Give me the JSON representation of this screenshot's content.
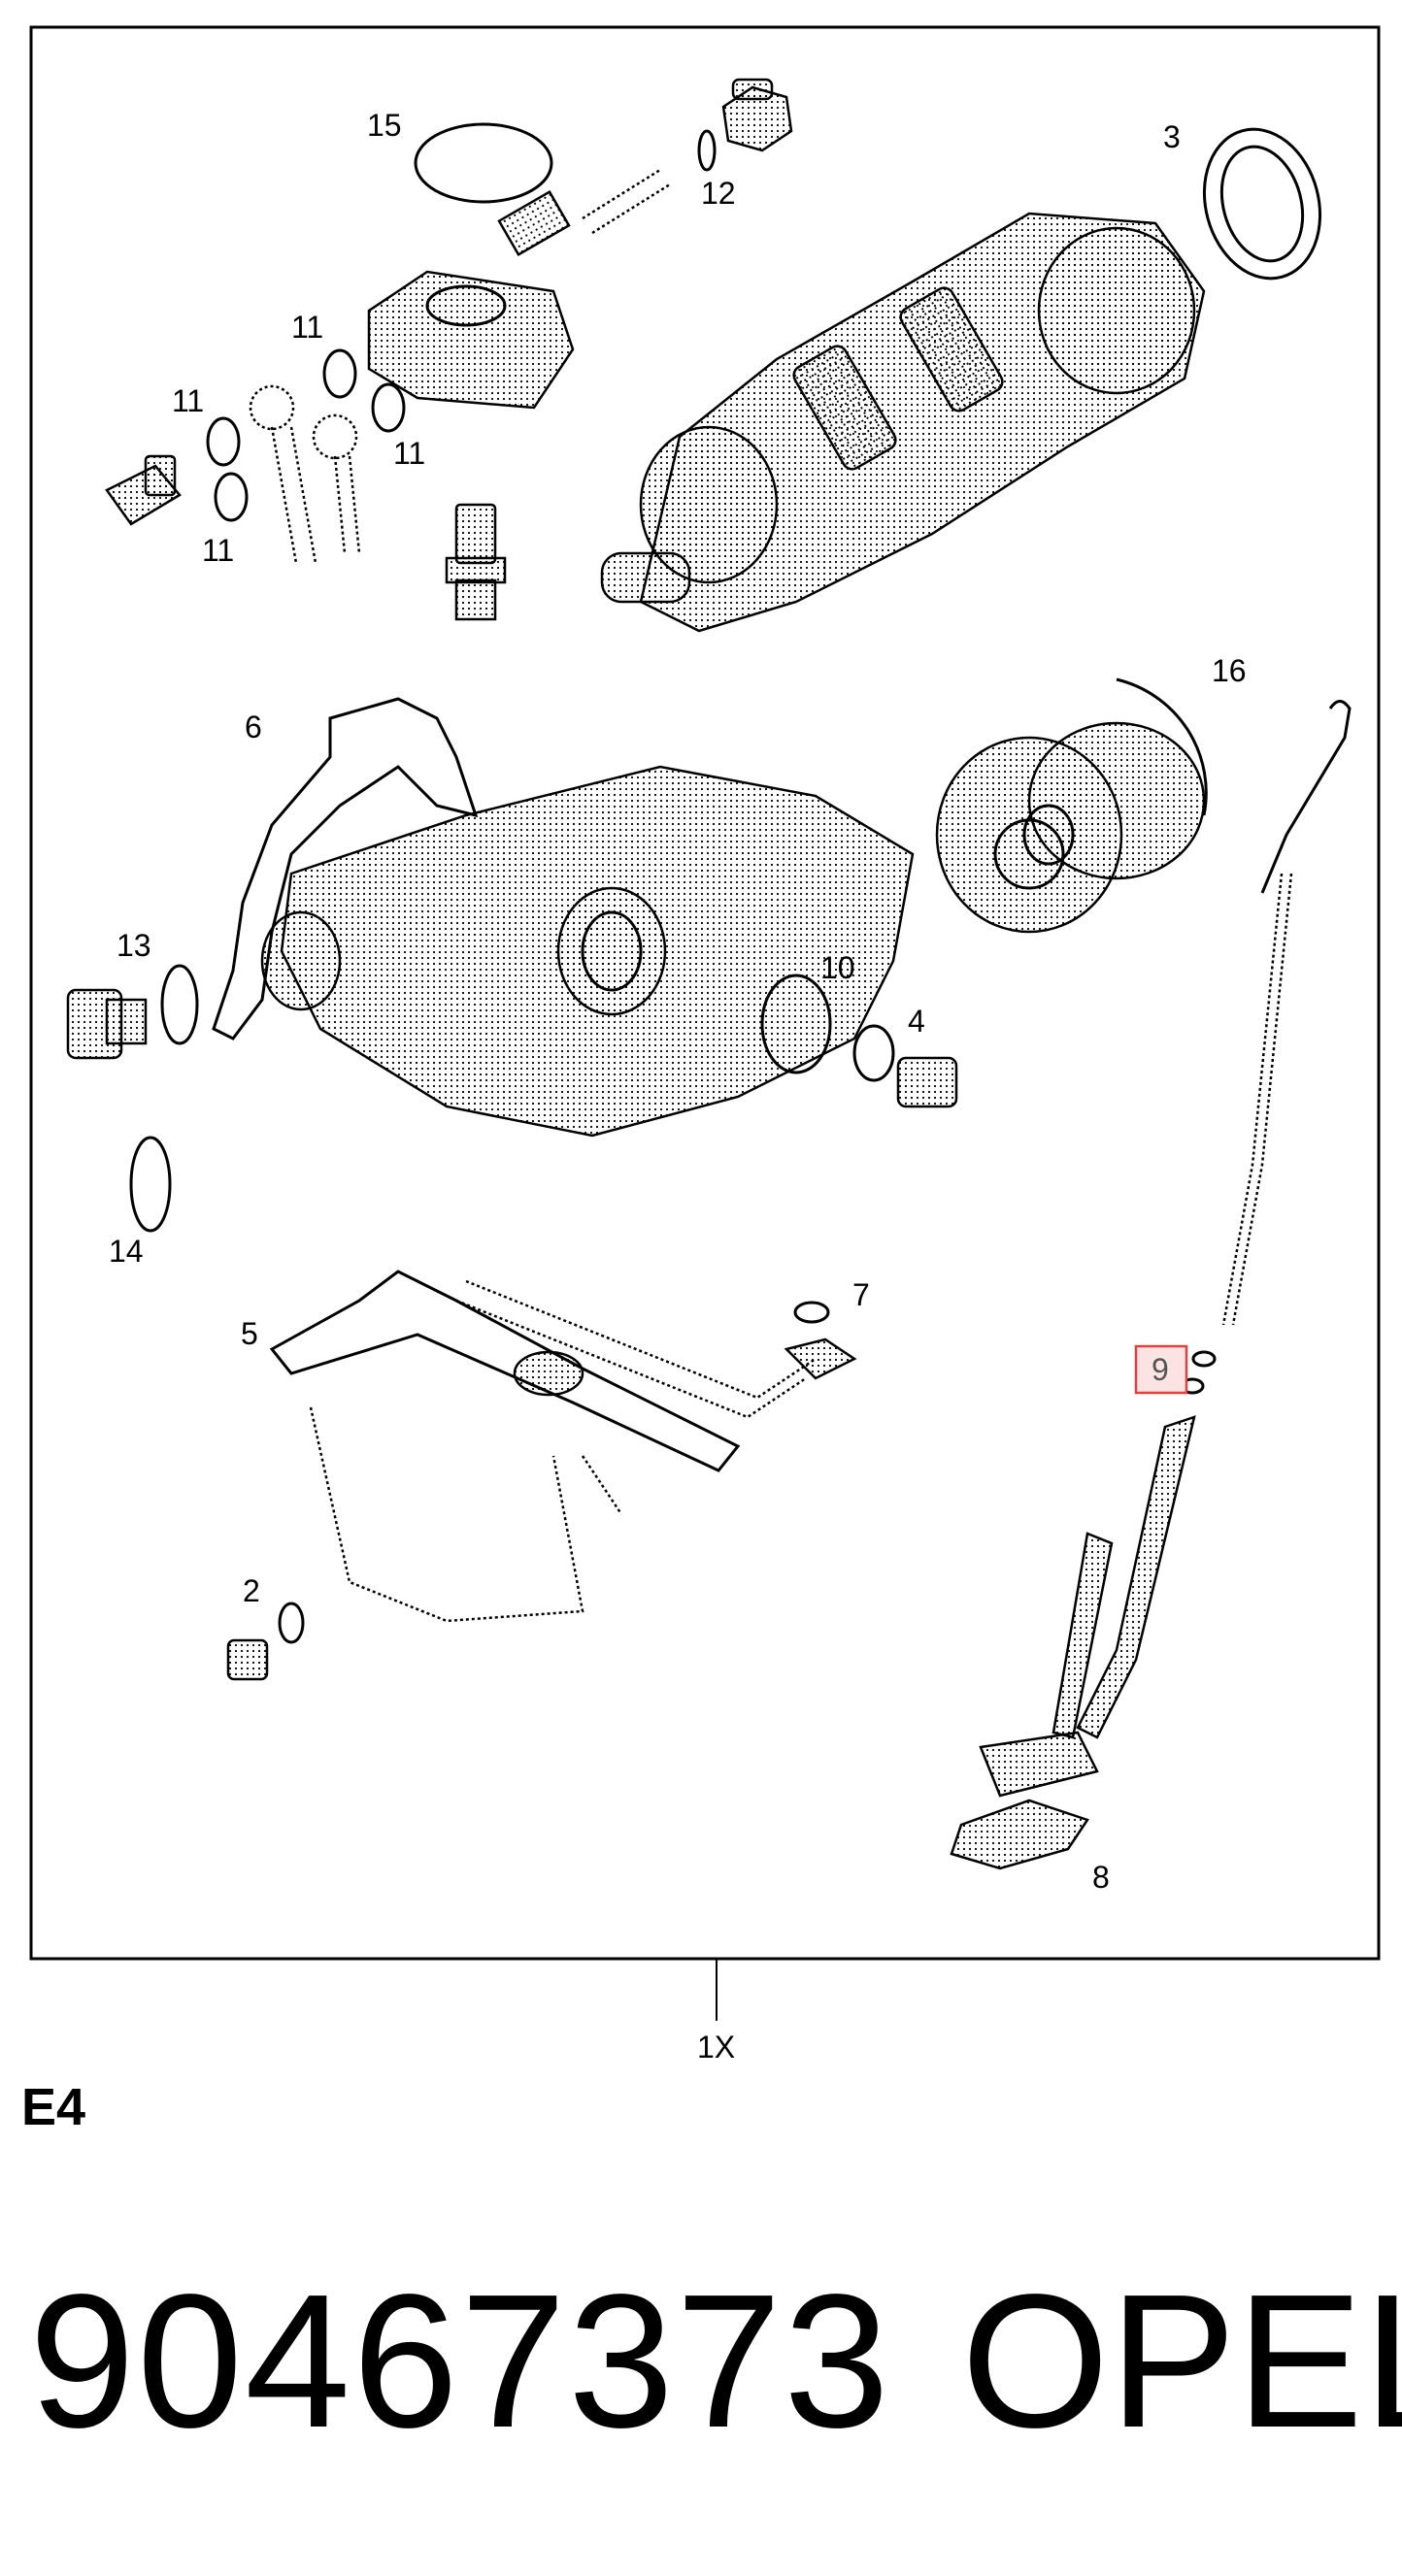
{
  "callouts": {
    "c15": "15",
    "c12": "12",
    "c3": "3",
    "c11a": "11",
    "c11b": "11",
    "c11c": "11",
    "c11d": "11",
    "c16": "16",
    "c6": "6",
    "c13": "13",
    "c10": "10",
    "c4": "4",
    "c14": "14",
    "c7": "7",
    "c5": "5",
    "c9": "9",
    "c2": "2",
    "c8": "8"
  },
  "quantity_label": "1X",
  "section_code": "E4",
  "part_number": "90467373",
  "brand": "OPEL",
  "highlight_color": "#e0403f"
}
